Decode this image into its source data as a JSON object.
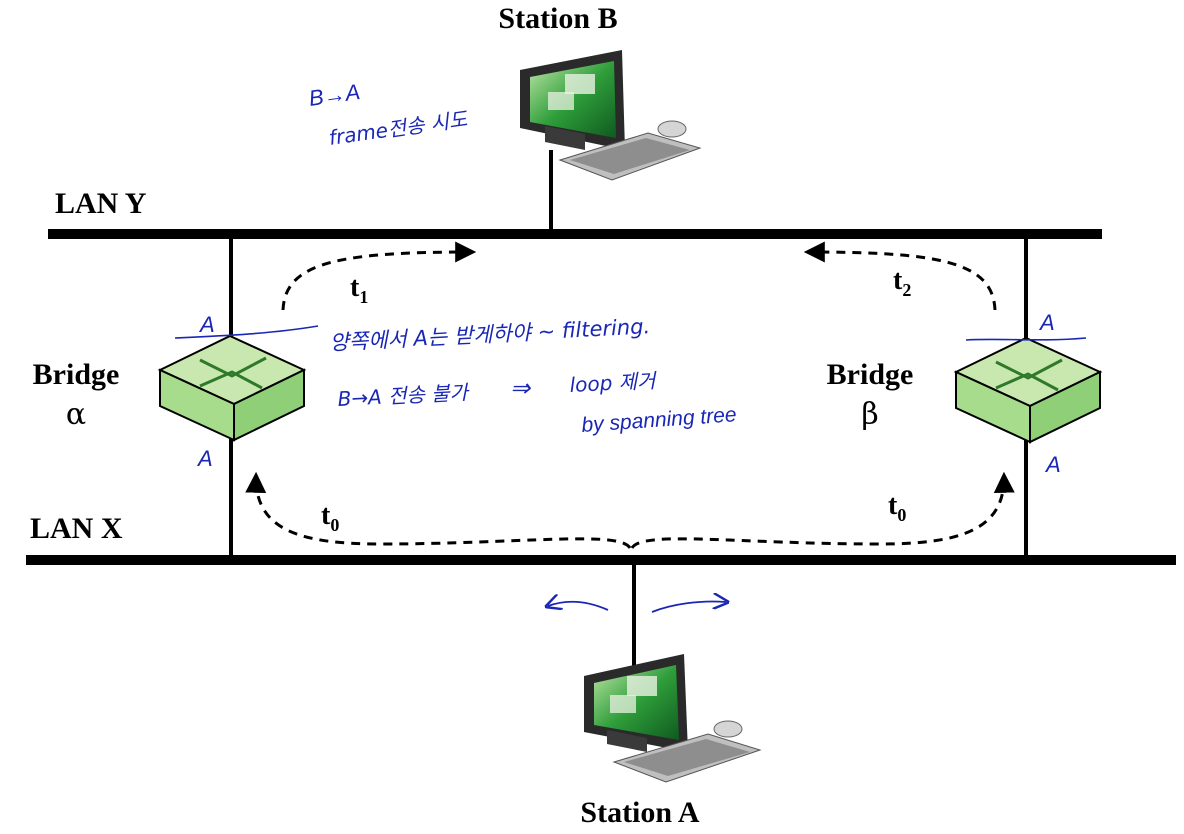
{
  "stations": {
    "b": "Station B",
    "a": "Station A"
  },
  "lans": {
    "y": "LAN Y",
    "x": "LAN X"
  },
  "bridges": {
    "alpha": {
      "label": "Bridge",
      "symbol": "α"
    },
    "beta": {
      "label": "Bridge",
      "symbol": "β"
    }
  },
  "times": {
    "t1": {
      "base": "t",
      "sub": "1"
    },
    "t2": {
      "base": "t",
      "sub": "2"
    },
    "t0_left": {
      "base": "t",
      "sub": "0"
    },
    "t0_right": {
      "base": "t",
      "sub": "0"
    }
  },
  "notes": {
    "b_to_a_line1": "B→A",
    "b_to_a_line2": "frame전송 시도",
    "alpha_top": "A",
    "alpha_bottom": "A",
    "beta_top": "A",
    "beta_bottom": "A",
    "center_line1": "양쪽에서 A는 받게하야 ~ filtering.",
    "center_line2": "B→A 전송 불가",
    "center_arrow": "⇒",
    "center_line3": "loop 제거",
    "center_line4": "by spanning tree"
  },
  "colors": {
    "ink": "#1a27b5",
    "bridge_top": "#c9e8b0",
    "bridge_side": "#8fcf78",
    "bridge_symbol": "#2f7a2a",
    "screen": "#2f9e3a"
  }
}
